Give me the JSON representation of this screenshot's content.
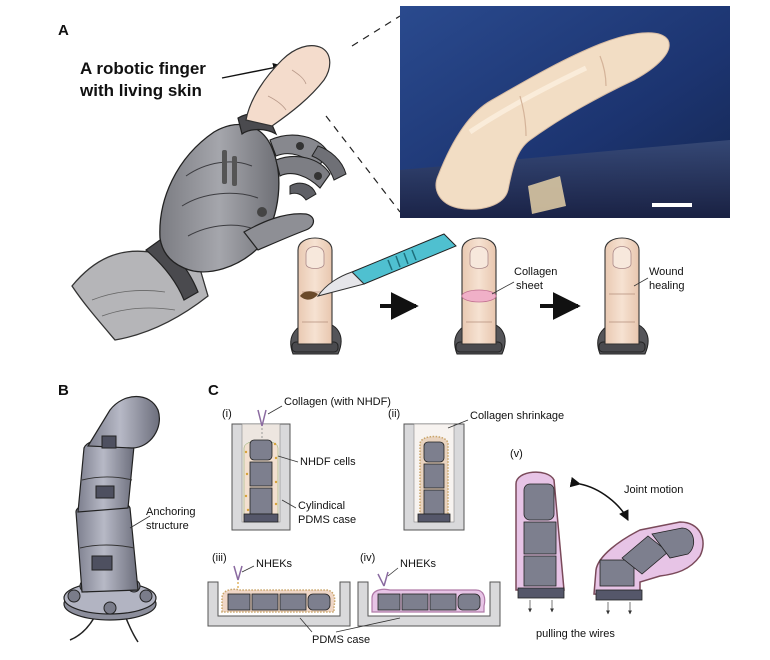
{
  "panels": {
    "a": {
      "label": "A",
      "headline_line1": "A robotic finger",
      "headline_line2": "with living skin",
      "collagen_line1": "Collagen",
      "collagen_line2": "sheet",
      "wound_line1": "Wound",
      "wound_line2": "healing"
    },
    "b": {
      "label": "B",
      "anchoring_line1": "Anchoring",
      "anchoring_line2": "structure"
    },
    "c": {
      "label": "C",
      "step_i": "(i)",
      "step_ii": "(ii)",
      "step_iii": "(iii)",
      "step_iv": "(iv)",
      "step_v": "(v)",
      "collagen_nhdf": "Collagen (with NHDF)",
      "nhdf_cells": "NHDF cells",
      "case_line1": "Cylindical",
      "case_line2": "PDMS case",
      "shrinkage": "Collagen shrinkage",
      "nheks_1": "NHEKs",
      "nheks_2": "NHEKs",
      "pdms_case": "PDMS case",
      "joint_motion": "Joint motion",
      "pulling": "pulling the wires"
    }
  },
  "colors": {
    "skin": "#f3dccb",
    "robot_dark": "#6b6b6e",
    "robot_mid": "#9a9a9e",
    "robot_light": "#c9c9cc",
    "pdms": "#d9d9db",
    "pink_layer": "#e7c4e6",
    "collagen_dots": "#d8a23a",
    "scalpel_blue": "#4fc0d0",
    "photo_bg": "#1e3a78"
  }
}
